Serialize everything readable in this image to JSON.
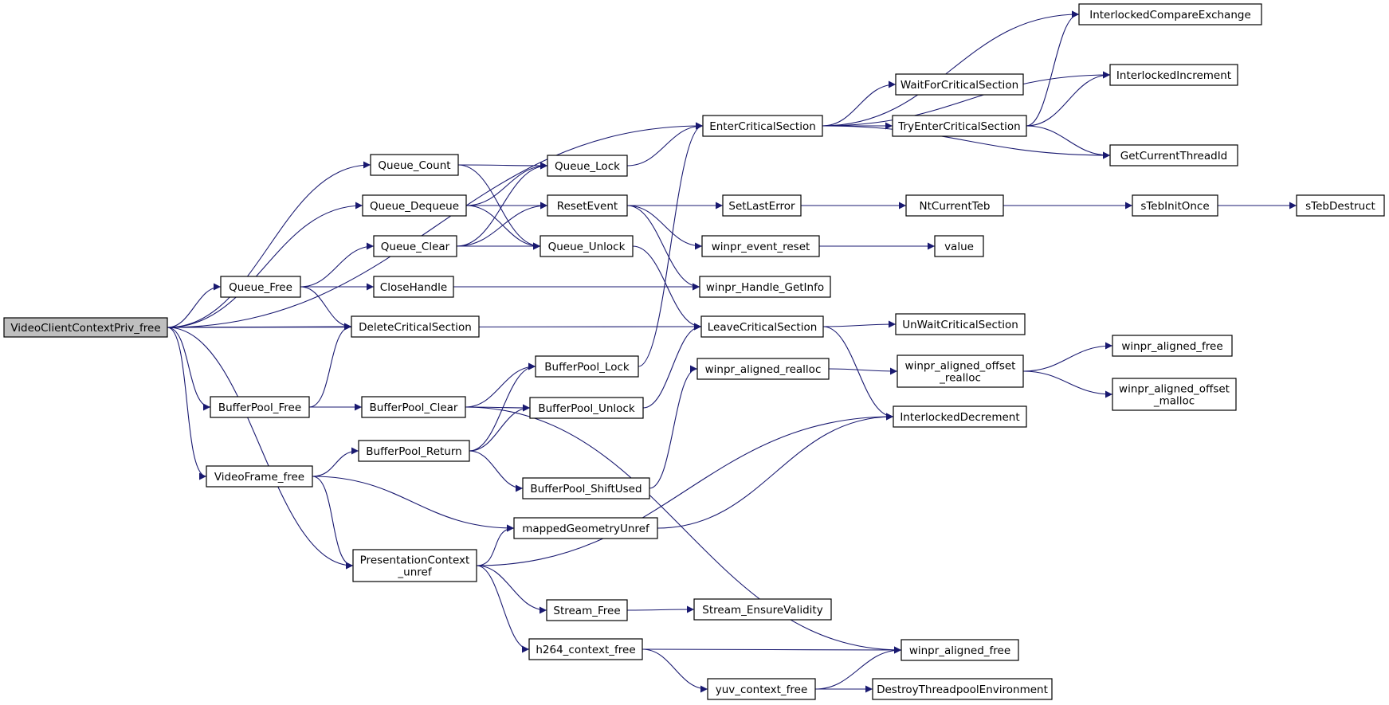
{
  "graph": {
    "type": "call-graph",
    "edge_color": "#191970",
    "root_fill": "#bfbfbf",
    "nodes": [
      {
        "id": "vccp_free",
        "lines": [
          "VideoClientContextPriv_free"
        ],
        "root": true
      },
      {
        "id": "enter_cs",
        "lines": [
          "EnterCriticalSection"
        ]
      },
      {
        "id": "queue_count",
        "lines": [
          "Queue_Count"
        ]
      },
      {
        "id": "queue_dequeue",
        "lines": [
          "Queue_Dequeue"
        ]
      },
      {
        "id": "queue_clear",
        "lines": [
          "Queue_Clear"
        ]
      },
      {
        "id": "queue_free",
        "lines": [
          "Queue_Free"
        ]
      },
      {
        "id": "close_handle",
        "lines": [
          "CloseHandle"
        ]
      },
      {
        "id": "delete_cs",
        "lines": [
          "DeleteCriticalSection"
        ]
      },
      {
        "id": "queue_lock",
        "lines": [
          "Queue_Lock"
        ]
      },
      {
        "id": "reset_event",
        "lines": [
          "ResetEvent"
        ]
      },
      {
        "id": "queue_unlock",
        "lines": [
          "Queue_Unlock"
        ]
      },
      {
        "id": "leave_cs",
        "lines": [
          "LeaveCriticalSection"
        ]
      },
      {
        "id": "bufferpool_lock",
        "lines": [
          "BufferPool_Lock"
        ]
      },
      {
        "id": "bufferpool_free",
        "lines": [
          "BufferPool_Free"
        ]
      },
      {
        "id": "bufferpool_clear",
        "lines": [
          "BufferPool_Clear"
        ]
      },
      {
        "id": "bufferpool_unlock",
        "lines": [
          "BufferPool_Unlock"
        ]
      },
      {
        "id": "bufferpool_return",
        "lines": [
          "BufferPool_Return"
        ]
      },
      {
        "id": "videoframe_free",
        "lines": [
          "VideoFrame_free"
        ]
      },
      {
        "id": "bufferpool_shiftused",
        "lines": [
          "BufferPool_ShiftUsed"
        ]
      },
      {
        "id": "mapped_geometry_unref",
        "lines": [
          "mappedGeometryUnref"
        ]
      },
      {
        "id": "presentation_context_unref",
        "lines": [
          "PresentationContext",
          "_unref"
        ]
      },
      {
        "id": "stream_free",
        "lines": [
          "Stream_Free"
        ]
      },
      {
        "id": "h264_context_free",
        "lines": [
          "h264_context_free"
        ]
      },
      {
        "id": "yuv_context_free",
        "lines": [
          "yuv_context_free"
        ]
      },
      {
        "id": "interlocked_compare_exchange",
        "lines": [
          "InterlockedCompareExchange"
        ]
      },
      {
        "id": "interlocked_increment",
        "lines": [
          "InterlockedIncrement"
        ]
      },
      {
        "id": "wait_for_cs",
        "lines": [
          "WaitForCriticalSection"
        ]
      },
      {
        "id": "try_enter_cs",
        "lines": [
          "TryEnterCriticalSection"
        ]
      },
      {
        "id": "get_current_thread_id",
        "lines": [
          "GetCurrentThreadId"
        ]
      },
      {
        "id": "set_last_error",
        "lines": [
          "SetLastError"
        ]
      },
      {
        "id": "nt_current_teb",
        "lines": [
          "NtCurrentTeb"
        ]
      },
      {
        "id": "steb_init_once",
        "lines": [
          "sTebInitOnce"
        ]
      },
      {
        "id": "steb_destruct",
        "lines": [
          "sTebDestruct"
        ]
      },
      {
        "id": "winpr_event_reset",
        "lines": [
          "winpr_event_reset"
        ]
      },
      {
        "id": "value",
        "lines": [
          "value"
        ]
      },
      {
        "id": "winpr_handle_getinfo",
        "lines": [
          "winpr_Handle_GetInfo"
        ]
      },
      {
        "id": "unwait_cs",
        "lines": [
          "UnWaitCriticalSection"
        ]
      },
      {
        "id": "winpr_aligned_realloc",
        "lines": [
          "winpr_aligned_realloc"
        ]
      },
      {
        "id": "winpr_aligned_offset_realloc",
        "lines": [
          "winpr_aligned_offset",
          "_realloc"
        ]
      },
      {
        "id": "winpr_aligned_free_top",
        "lines": [
          "winpr_aligned_free"
        ]
      },
      {
        "id": "winpr_aligned_offset_malloc",
        "lines": [
          "winpr_aligned_offset",
          "_malloc"
        ]
      },
      {
        "id": "interlocked_decrement",
        "lines": [
          "InterlockedDecrement"
        ]
      },
      {
        "id": "stream_ensure_validity",
        "lines": [
          "Stream_EnsureValidity"
        ]
      },
      {
        "id": "winpr_aligned_free_bottom",
        "lines": [
          "winpr_aligned_free"
        ]
      },
      {
        "id": "destroy_threadpool_environment",
        "lines": [
          "DestroyThreadpoolEnvironment"
        ]
      }
    ],
    "edges": [
      [
        "vccp_free",
        "enter_cs"
      ],
      [
        "vccp_free",
        "queue_count"
      ],
      [
        "vccp_free",
        "queue_dequeue"
      ],
      [
        "vccp_free",
        "queue_free"
      ],
      [
        "vccp_free",
        "delete_cs"
      ],
      [
        "vccp_free",
        "leave_cs"
      ],
      [
        "vccp_free",
        "bufferpool_free"
      ],
      [
        "vccp_free",
        "videoframe_free"
      ],
      [
        "vccp_free",
        "presentation_context_unref"
      ],
      [
        "queue_count",
        "queue_lock"
      ],
      [
        "queue_count",
        "queue_unlock"
      ],
      [
        "queue_dequeue",
        "queue_lock"
      ],
      [
        "queue_dequeue",
        "reset_event"
      ],
      [
        "queue_dequeue",
        "queue_unlock"
      ],
      [
        "queue_clear",
        "queue_lock"
      ],
      [
        "queue_clear",
        "reset_event"
      ],
      [
        "queue_clear",
        "queue_unlock"
      ],
      [
        "queue_free",
        "queue_clear"
      ],
      [
        "queue_free",
        "close_handle"
      ],
      [
        "queue_free",
        "delete_cs"
      ],
      [
        "close_handle",
        "winpr_handle_getinfo"
      ],
      [
        "queue_lock",
        "enter_cs"
      ],
      [
        "queue_unlock",
        "leave_cs"
      ],
      [
        "reset_event",
        "set_last_error"
      ],
      [
        "reset_event",
        "winpr_event_reset"
      ],
      [
        "reset_event",
        "winpr_handle_getinfo"
      ],
      [
        "winpr_event_reset",
        "value"
      ],
      [
        "set_last_error",
        "nt_current_teb"
      ],
      [
        "nt_current_teb",
        "steb_init_once"
      ],
      [
        "steb_init_once",
        "steb_destruct"
      ],
      [
        "enter_cs",
        "interlocked_compare_exchange"
      ],
      [
        "enter_cs",
        "interlocked_increment"
      ],
      [
        "enter_cs",
        "wait_for_cs"
      ],
      [
        "enter_cs",
        "try_enter_cs"
      ],
      [
        "enter_cs",
        "get_current_thread_id"
      ],
      [
        "try_enter_cs",
        "interlocked_compare_exchange"
      ],
      [
        "try_enter_cs",
        "interlocked_increment"
      ],
      [
        "try_enter_cs",
        "get_current_thread_id"
      ],
      [
        "leave_cs",
        "unwait_cs"
      ],
      [
        "leave_cs",
        "interlocked_decrement"
      ],
      [
        "bufferpool_free",
        "delete_cs"
      ],
      [
        "bufferpool_free",
        "bufferpool_clear"
      ],
      [
        "bufferpool_clear",
        "bufferpool_lock"
      ],
      [
        "bufferpool_clear",
        "bufferpool_unlock"
      ],
      [
        "bufferpool_clear",
        "winpr_aligned_free_bottom"
      ],
      [
        "bufferpool_lock",
        "enter_cs"
      ],
      [
        "bufferpool_unlock",
        "leave_cs"
      ],
      [
        "videoframe_free",
        "bufferpool_return"
      ],
      [
        "videoframe_free",
        "mapped_geometry_unref"
      ],
      [
        "videoframe_free",
        "presentation_context_unref"
      ],
      [
        "bufferpool_return",
        "bufferpool_lock"
      ],
      [
        "bufferpool_return",
        "bufferpool_unlock"
      ],
      [
        "bufferpool_return",
        "bufferpool_shiftused"
      ],
      [
        "bufferpool_shiftused",
        "winpr_aligned_realloc"
      ],
      [
        "winpr_aligned_realloc",
        "winpr_aligned_offset_realloc"
      ],
      [
        "winpr_aligned_offset_realloc",
        "winpr_aligned_free_top"
      ],
      [
        "winpr_aligned_offset_realloc",
        "winpr_aligned_offset_malloc"
      ],
      [
        "mapped_geometry_unref",
        "interlocked_decrement"
      ],
      [
        "presentation_context_unref",
        "mapped_geometry_unref"
      ],
      [
        "presentation_context_unref",
        "interlocked_decrement"
      ],
      [
        "presentation_context_unref",
        "stream_free"
      ],
      [
        "presentation_context_unref",
        "h264_context_free"
      ],
      [
        "stream_free",
        "stream_ensure_validity"
      ],
      [
        "h264_context_free",
        "winpr_aligned_free_bottom"
      ],
      [
        "h264_context_free",
        "yuv_context_free"
      ],
      [
        "yuv_context_free",
        "winpr_aligned_free_bottom"
      ],
      [
        "yuv_context_free",
        "destroy_threadpool_environment"
      ]
    ]
  }
}
